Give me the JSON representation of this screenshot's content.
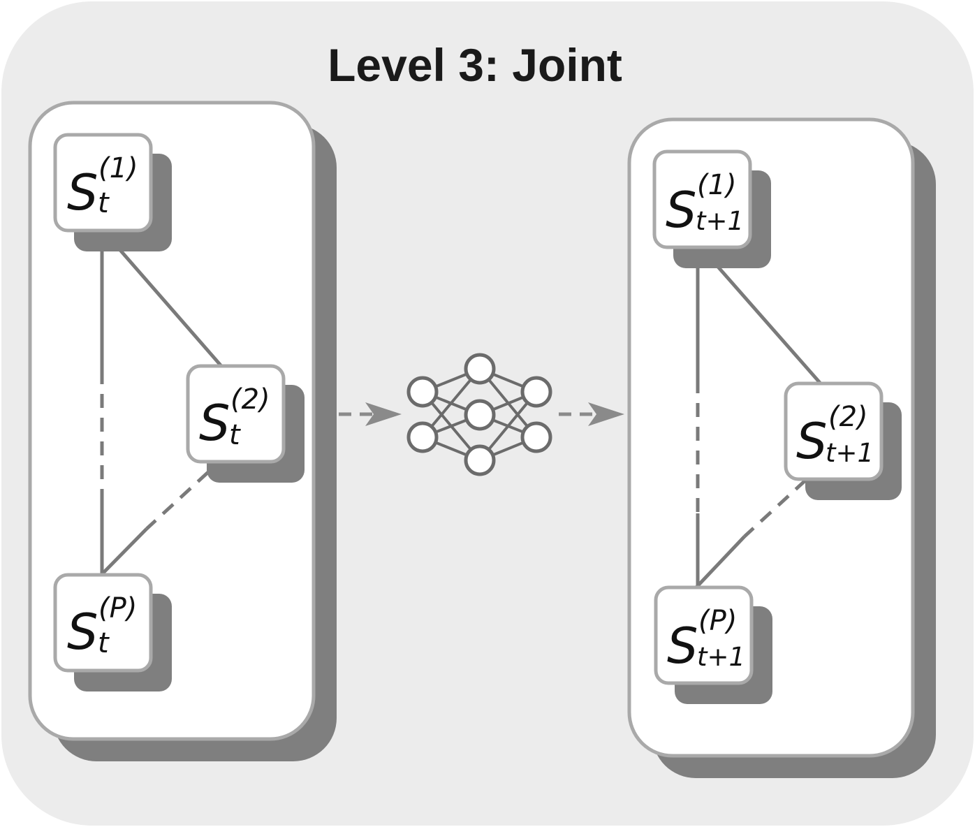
{
  "title": "Level 3: Joint",
  "left_group": {
    "nodes": [
      {
        "symbol": "S",
        "sup": "(1)",
        "sub": "t"
      },
      {
        "symbol": "S",
        "sup": "(2)",
        "sub": "t"
      },
      {
        "symbol": "S",
        "sup": "(P)",
        "sub": "t"
      }
    ]
  },
  "right_group": {
    "nodes": [
      {
        "symbol": "S",
        "sup": "(1)",
        "sub": "t+1"
      },
      {
        "symbol": "S",
        "sup": "(2)",
        "sub": "t+1"
      },
      {
        "symbol": "S",
        "sup": "(P)",
        "sub": "t+1"
      }
    ]
  },
  "colors": {
    "panel_bg": "#ececec",
    "group_border": "#a9a9a9",
    "shadow": "#7f7f7f",
    "edge": "#7a7a7a",
    "network": "#6b6b6b",
    "text": "#111111"
  },
  "icons": {
    "model": "neural-network-icon",
    "flow": "dashed-arrow-icon"
  }
}
